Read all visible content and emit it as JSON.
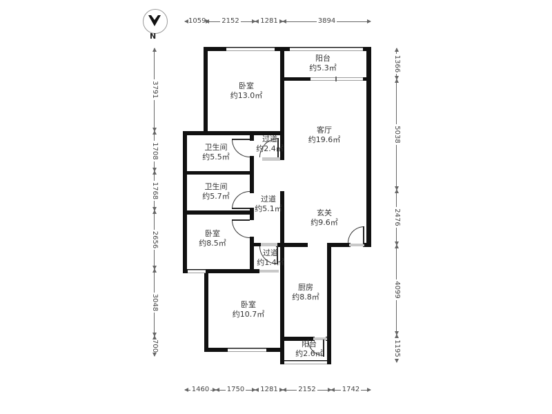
{
  "compass": {
    "label": "N"
  },
  "dimensions": {
    "top": [
      "1059",
      "2152",
      "1281",
      "3894"
    ],
    "bottom": [
      "1460",
      "1750",
      "1281",
      "2152",
      "1742"
    ],
    "left": [
      "3791",
      "1708",
      "1768",
      "2656",
      "3048",
      "700"
    ],
    "right": [
      "1366",
      "5038",
      "2476",
      "4099",
      "1195"
    ]
  },
  "rooms": [
    {
      "name": "阳台",
      "area": "约5.3㎡"
    },
    {
      "name": "卧室",
      "area": "约13.0㎡"
    },
    {
      "name": "客厅",
      "area": "约19.6㎡"
    },
    {
      "name": "卫生间",
      "area": "约5.5㎡"
    },
    {
      "name": "过道",
      "area": "约2.4㎡"
    },
    {
      "name": "卫生间",
      "area": "约5.7㎡"
    },
    {
      "name": "过道",
      "area": "约5.1㎡"
    },
    {
      "name": "玄关",
      "area": "约9.6㎡"
    },
    {
      "name": "卧室",
      "area": "约8.5㎡"
    },
    {
      "name": "过道",
      "area": "约1.4㎡"
    },
    {
      "name": "厨房",
      "area": "约8.8㎡"
    },
    {
      "name": "卧室",
      "area": "约10.7㎡"
    },
    {
      "name": "阳台",
      "area": "约2.6㎡"
    }
  ],
  "colors": {
    "wall": "#111111",
    "window_line": "#9a9a9a",
    "door_sill": "#c9c9c9",
    "dimension": "#666666",
    "label_text": "#333333"
  }
}
